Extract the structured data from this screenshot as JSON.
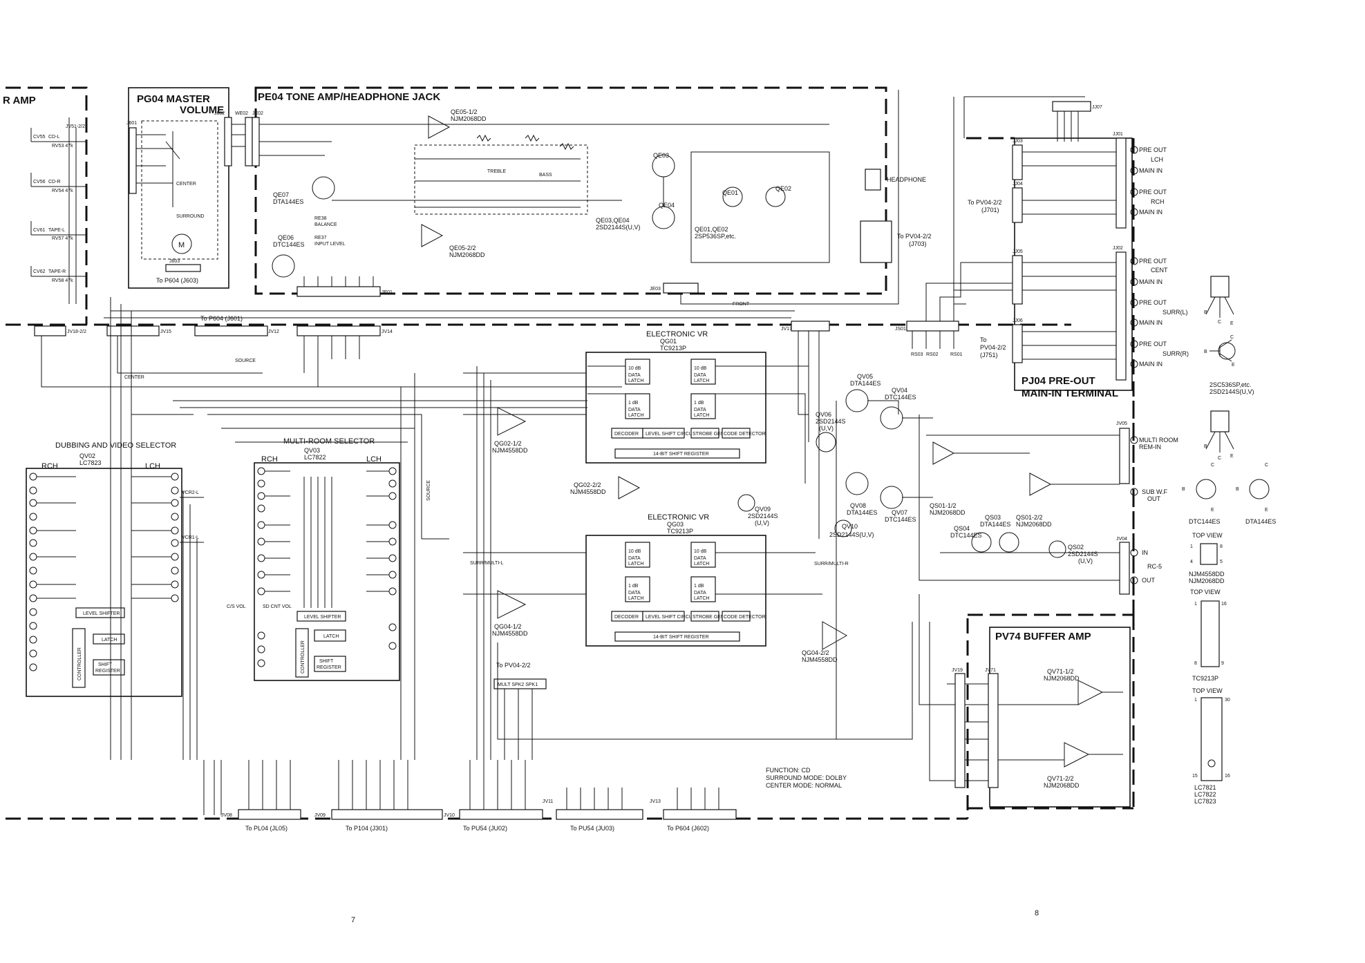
{
  "blocks": {
    "amp_fragment": "R AMP",
    "pg04": "PG04 MASTER",
    "pg04_2": "VOLUME",
    "pe04": "PE04 TONE AMP/HEADPHONE JACK",
    "pj04": "PJ04 PRE-OUT",
    "pj04_2": "MAIN-IN TERMINAL",
    "pv74": "PV74 BUFFER AMP",
    "dubbing": "DUBBING AND VIDEO SELECTOR",
    "multiroom": "MULTI-ROOM SELECTOR",
    "evr1": "ELECTRONIC VR",
    "evr2": "ELECTRONIC VR"
  },
  "ics": {
    "qe05_1": "QE05-1/2",
    "qe05_1b": "NJM2068DD",
    "qe05_2": "QE05-2/2",
    "qe05_2b": "NJM2068DD",
    "qe03": "QE03",
    "qe04": "QE04",
    "qe0304": "QE03,QE04",
    "qe0304b": "2SD2144S(U,V)",
    "qe0102": "QE01,QE02",
    "qe0102b": "2SP536SP,etc.",
    "qe01": "QE01",
    "qe02": "QE02",
    "qe07": "QE07",
    "qe07b": "DTA144ES",
    "qe06": "QE06",
    "qe06b": "DTC144ES",
    "qv02": "QV02",
    "qv02b": "LC7823",
    "qv03": "QV03",
    "qv03b": "LC7822",
    "qg01": "QG01",
    "qg01b": "TC9213P",
    "qg03": "QG03",
    "qg03b": "TC9213P",
    "qg02_1": "QG02-1/2",
    "qg02_1b": "NJM4558DD",
    "qg02_2": "QG02-2/2",
    "qg02_2b": "NJM4558DD",
    "qg04_1": "QG04-1/2",
    "qg04_1b": "NJM4558DD",
    "qg04_2": "QG04-2/2",
    "qg04_2b": "NJM4558DD",
    "qv05": "QV05",
    "qv05b": "DTA144ES",
    "qv04": "QV04",
    "qv04b": "DTC144ES",
    "qv06": "QV06",
    "qv06b": "2SD2144S",
    "qv06c": "(U,V)",
    "qv08": "QV08",
    "qv08b": "DTA144ES",
    "qv07": "QV07",
    "qv07b": "DTC144ES",
    "qv09": "QV09",
    "qv09b": "2SD2144S",
    "qv09c": "(U,V)",
    "qv10": "QV10",
    "qv10b": "2SD2144S(U,V)",
    "qs01_1": "QS01-1/2",
    "qs01_1b": "NJM2068DD",
    "qs01_2": "QS01-2/2",
    "qs01_2b": "NJM2068DD",
    "qs03": "QS03",
    "qs03b": "DTA144ES",
    "qs04": "QS04",
    "qs04b": "DTC144ES",
    "qs02": "QS02",
    "qs02b": "2SD2144S",
    "qs02c": "(U,V)",
    "qv71_1": "QV71-1/2",
    "qv71_1b": "NJM2068DD",
    "qv71_2": "QV71-2/2",
    "qv71_2b": "NJM2068DD"
  },
  "ic_blocks": {
    "data_latch_10": "10 dB DATA LATCH",
    "data_latch_1": "1 dB DATA LATCH",
    "decoder": "DECODER",
    "level_shift": "LEVEL SHIFT CIRCUIT",
    "strobe": "STROBE GENERATOR",
    "code_det": "CODE DETECTOR",
    "shift_reg": "14-BIT SHIFT REGISTER",
    "level_shifter": "LEVEL SHIFTER",
    "latch": "LATCH",
    "controller": "CONTROLLER",
    "shift_register": "SHIFT REGISTER"
  },
  "connectors": {
    "to_p604_j603": "To P604 (J603)",
    "to_p604_j601": "To P604 (J601)",
    "to_pv04_j703": "To PV04-2/2",
    "to_pv04_j703b": "(J703)",
    "to_pv04_j701": "To PV04-2/2",
    "to_pv04_j701b": "(J701)",
    "to_pv04_j751": "To",
    "to_pv04_j751b": "PV04-2/2",
    "to_pv04_j751c": "(J751)",
    "to_pv04_22": "To PV04-2/2",
    "to_pl04": "To PL04 (JL05)",
    "to_p104": "To P104 (J301)",
    "to_pu54_ju02": "To PU54 (JU02)",
    "to_pu54_ju03": "To PU54 (JU03)",
    "to_p604_j602": "To P604 (J602)"
  },
  "jacks": {
    "pre_out": "PRE OUT",
    "main_in": "MAIN IN",
    "lch": "LCH",
    "rch": "RCH",
    "cent": "CENT",
    "surr_l": "SURR(L)",
    "surr_r": "SURR(R)",
    "headphone": "HEADPHONE",
    "multi_room": "MULTI ROOM",
    "rem_in": "REM-IN",
    "sub_wf": "SUB W.F",
    "out": "OUT",
    "in": "IN",
    "rc5": "RC-5"
  },
  "labels": {
    "rch": "RCH",
    "lch": "LCH",
    "front": "FRONT",
    "source": "SOURCE",
    "center": "CENTER",
    "surr_multi": "SURR/MULTI-R",
    "surr_multi_l": "SURR/MULTI-L",
    "treble": "TREBLE",
    "bass": "BASS",
    "input_level": "INPUT LEVEL",
    "balance": "BALANCE",
    "cs_vol": "C/S VOL",
    "sd_cnt_vol": "SD CNT VOL",
    "mult_spk": "MULT SPK2 SPK1"
  },
  "parts": {
    "pkg_2sc": "2SC536SP,etc.",
    "pkg_2sc_b": "2SD2144S(U,V)",
    "pkg_dtc": "DTC144ES",
    "pkg_dta": "DTA144ES",
    "top_view": "TOP VIEW",
    "njm_a": "NJM4558DD",
    "njm_b": "NJM2068DD",
    "tc": "TC9213P",
    "lc1": "LC7821",
    "lc2": "LC7822",
    "lc3": "LC7823"
  },
  "notes": {
    "func": "FUNCTION: CD",
    "surround": "SURROUND MODE: DOLBY",
    "center": "CENTER MODE: NORMAL"
  },
  "pages": {
    "left": "7",
    "right": "8"
  }
}
